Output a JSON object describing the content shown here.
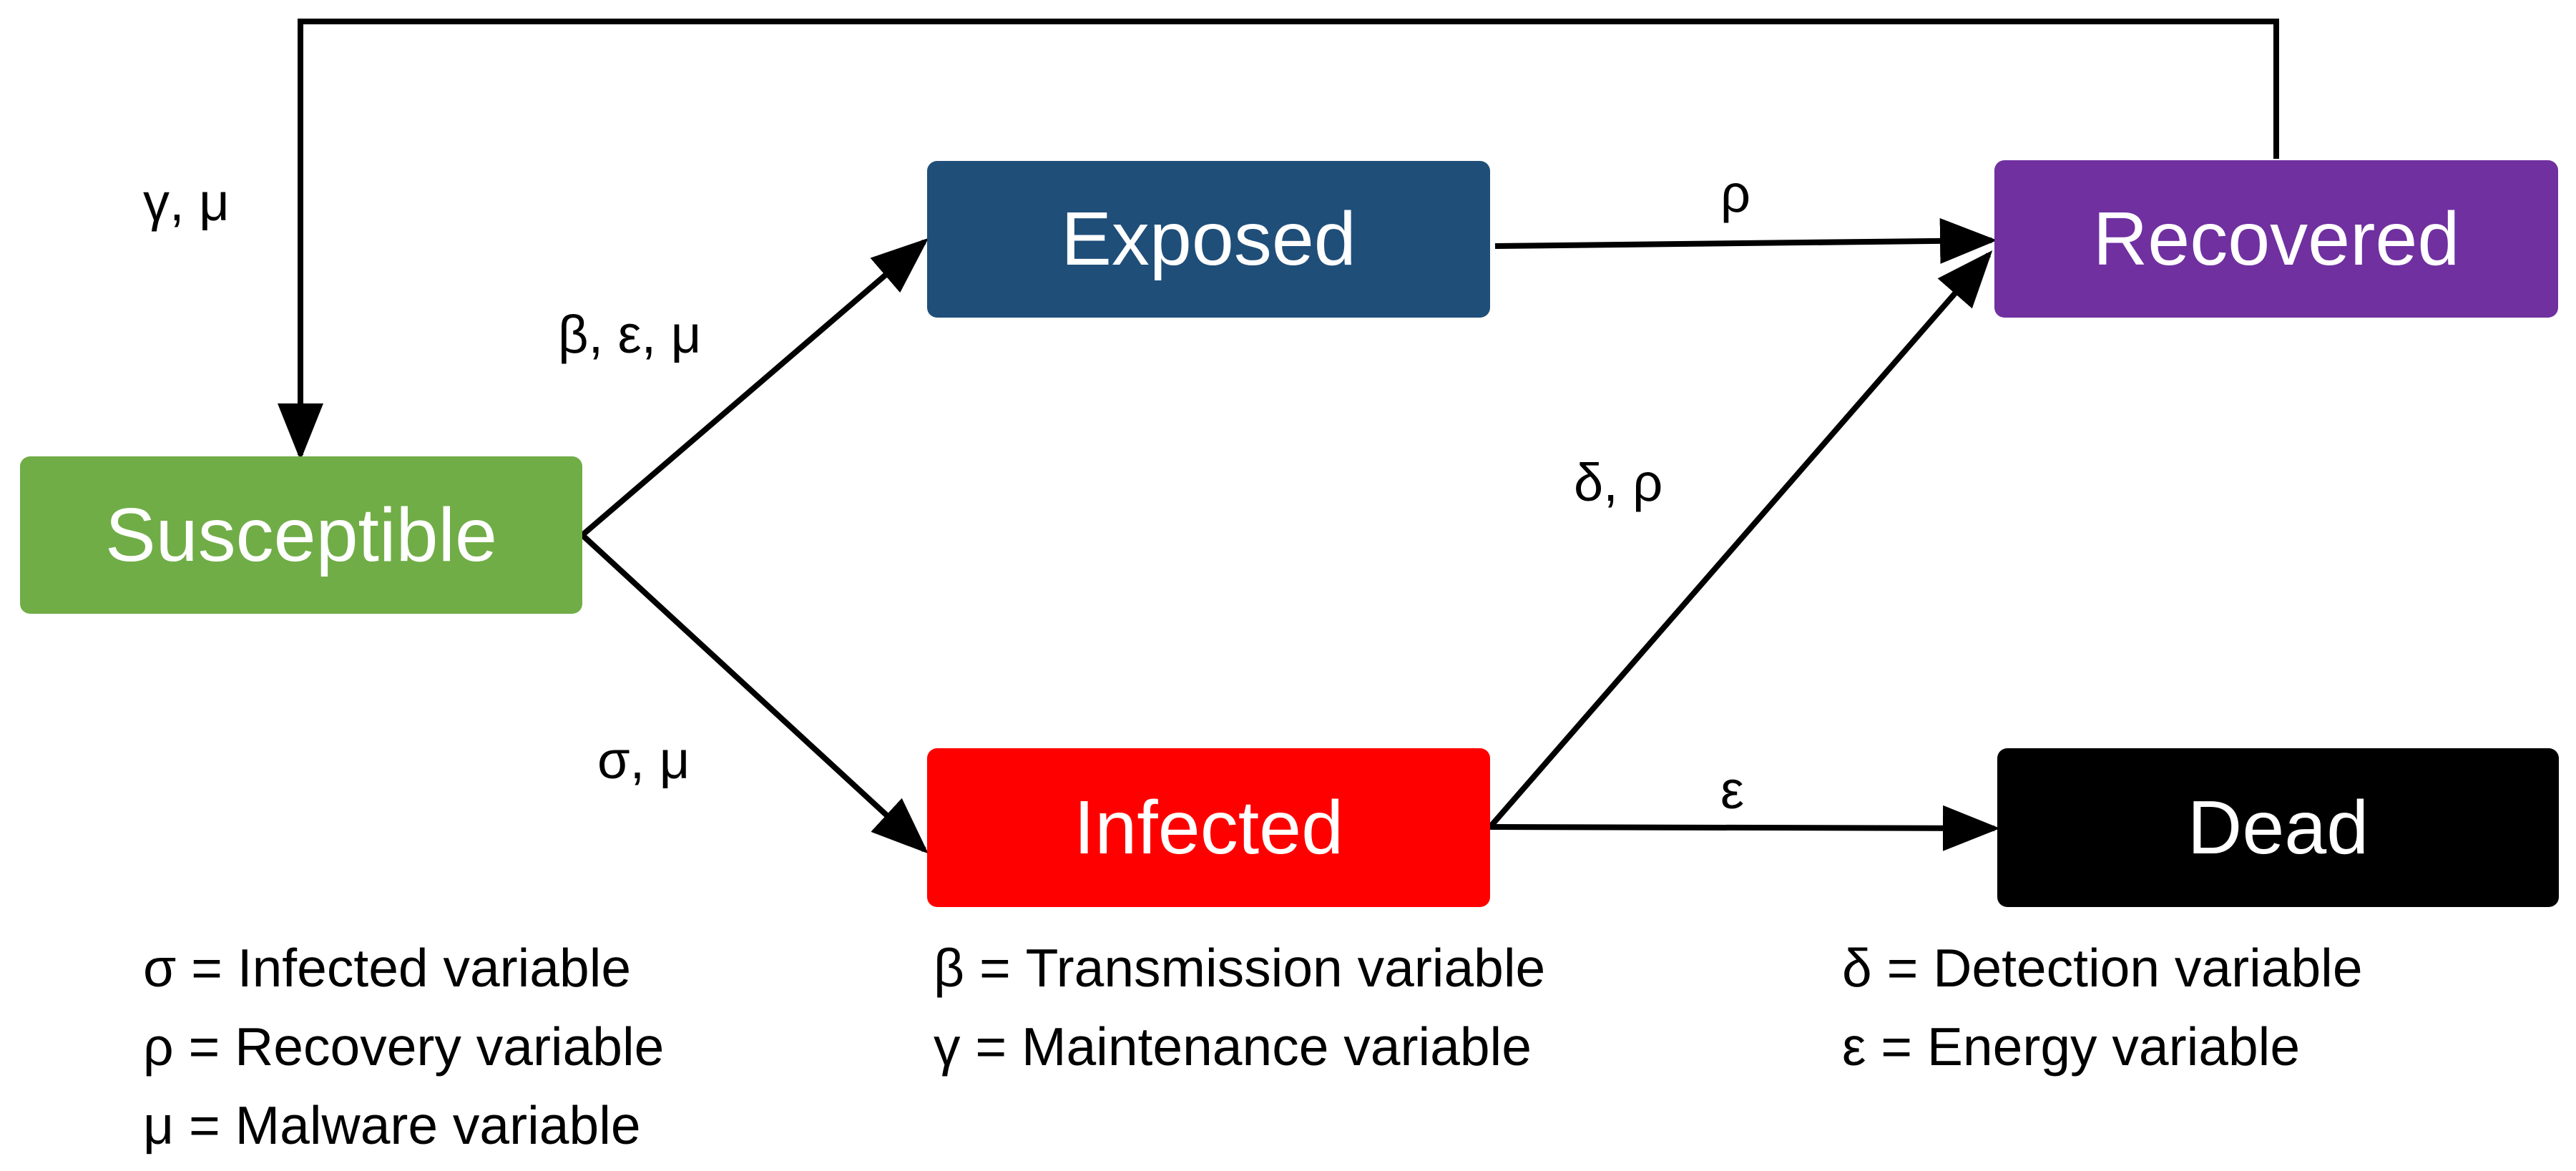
{
  "nodes": {
    "susceptible": {
      "label": "Susceptible",
      "color": "#70AD47"
    },
    "exposed": {
      "label": "Exposed",
      "color": "#1F4E79"
    },
    "recovered": {
      "label": "Recovered",
      "color": "#7030A0"
    },
    "infected": {
      "label": "Infected",
      "color": "#FF0000"
    },
    "dead": {
      "label": "Dead",
      "color": "#000000"
    }
  },
  "edge_labels": {
    "recovered_to_susceptible": "γ, μ",
    "susceptible_to_exposed": "β, ε, μ",
    "exposed_to_recovered": "ρ",
    "infected_to_recovered": "δ, ρ",
    "susceptible_to_infected": "σ, μ",
    "infected_to_dead": "ε"
  },
  "legend": [
    "σ = Infected variable",
    "ρ = Recovery variable",
    "μ = Malware variable",
    "β = Transmission variable",
    "γ = Maintenance variable",
    "δ = Detection variable",
    "ε = Energy variable"
  ]
}
